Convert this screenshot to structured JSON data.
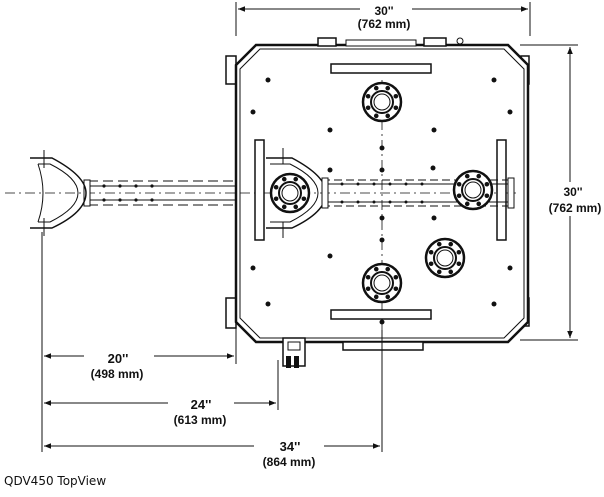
{
  "dimensions": {
    "top_width": {
      "in": "30''",
      "mm": "(762 mm)"
    },
    "right_height": {
      "in": "30''",
      "mm": "(762 mm)"
    },
    "arm_20": {
      "in": "20''",
      "mm": "(498 mm)"
    },
    "arm_24": {
      "in": "24''",
      "mm": "(613 mm)"
    },
    "total_34": {
      "in": "34''",
      "mm": "(864 mm)"
    }
  },
  "caption": "QDV450 TopView",
  "colors": {
    "line": "#111111",
    "plate": "#ffffff",
    "bolt": "#111111"
  }
}
